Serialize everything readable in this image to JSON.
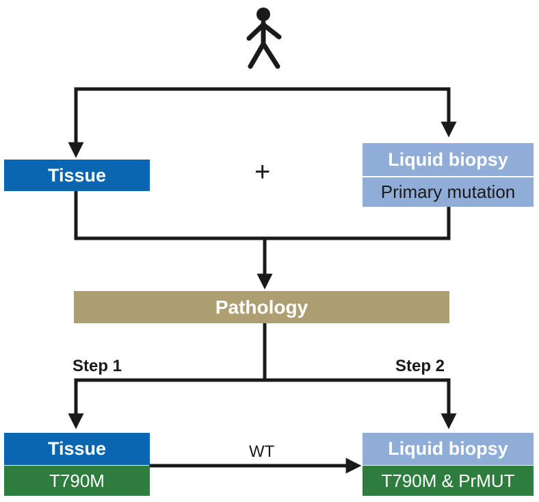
{
  "top": {
    "person_icon": "person-icon",
    "plus": "+"
  },
  "tissue_box": {
    "label": "Tissue"
  },
  "liquid_box": {
    "label": "Liquid biopsy",
    "sub_label": "Primary mutation"
  },
  "pathology_box": {
    "label": "Pathology"
  },
  "steps": {
    "step1": "Step 1",
    "step2": "Step 2"
  },
  "bottom_tissue": {
    "label": "Tissue",
    "result": "T790M"
  },
  "bottom_liquid": {
    "label": "Liquid biopsy",
    "result": "T790M & PrMUT"
  },
  "arrow_label": "WT",
  "colors": {
    "tissue_blue": "#0a66b0",
    "liquid_blue": "#8fadd6",
    "pathology_olive": "#ae9f72",
    "result_green": "#2e7d3e",
    "line": "#1a1a1a"
  }
}
